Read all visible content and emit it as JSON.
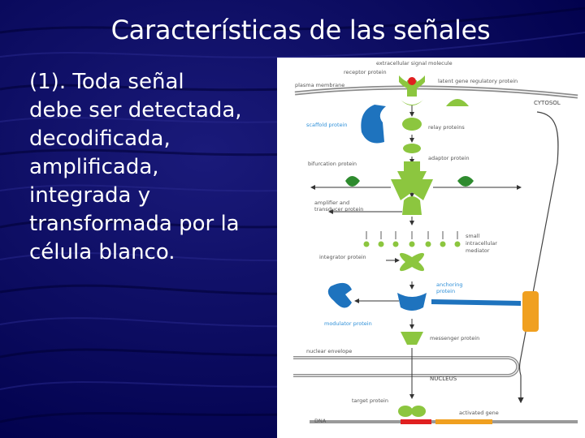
{
  "slide": {
    "title": "Características de las señales",
    "body_lines": [
      "(1). Toda señal",
      "debe ser detectada,",
      "decodificada,",
      "amplificada,",
      "integrada y",
      "transformada por la",
      "célula blanco."
    ]
  },
  "figure": {
    "labels": {
      "extracellular_signal_molecule": "extracellular signal molecule",
      "receptor_protein": "receptor protein",
      "plasma_membrane": "plasma membrane",
      "latent_gene_regulatory_protein": "latent gene regulatory protein",
      "cytosol": "CYTOSOL",
      "scaffold_protein": "scaffold protein",
      "relay_proteins": "relay proteins",
      "adaptor_protein": "adaptor protein",
      "bifurcation_protein": "bifurcation protein",
      "amplifier_and": "amplifier and",
      "transducer_protein": "transducer protein",
      "small": "small",
      "intracellular": "intracellular",
      "mediator": "mediator",
      "integrator_protein": "integrator protein",
      "anchoring": "anchoring",
      "protein": "protein",
      "modulator_protein": "modulator protein",
      "messenger_protein": "messenger protein",
      "nuclear_envelope": "nuclear envelope",
      "nucleus": "NUCLEUS",
      "target_protein": "target protein",
      "activated_gene": "activated gene",
      "dna": "DNA"
    },
    "colors": {
      "protein_green": "#8cc63f",
      "protein_dark_green": "#2e8b2e",
      "scaffold_blue": "#1e73be",
      "signal_red": "#e02020",
      "anchor_orange": "#f0a020",
      "membrane_gray": "#8c8c8c"
    }
  }
}
